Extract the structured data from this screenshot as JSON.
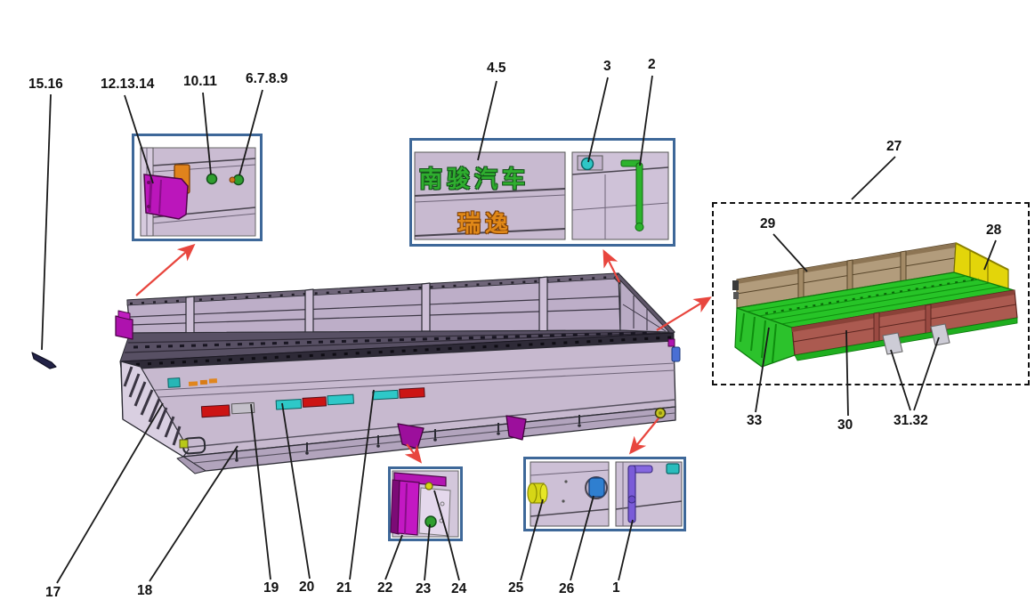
{
  "callouts": {
    "c15_16": "15.16",
    "c12_13_14": "12.13.14",
    "c10_11": "10.11",
    "c6_7_8_9": "6.7.8.9",
    "c4_5": "4.5",
    "c3": "3",
    "c2": "2",
    "c27": "27",
    "c29": "29",
    "c28": "28",
    "c33": "33",
    "c30": "30",
    "c31_32": "31.32",
    "c17": "17",
    "c18": "18",
    "c19": "19",
    "c20": "20",
    "c21": "21",
    "c22": "22",
    "c23": "23",
    "c24": "24",
    "c25": "25",
    "c26": "26",
    "c1": "1"
  },
  "brand_panel": {
    "line1": "南骏汽车",
    "line2": "瑞逸"
  },
  "colors": {
    "callout_arrow_red": "#e8463e",
    "inset_border_blue": "#3e6899",
    "bed_lavender": "#c7b9cf",
    "hinge_magenta": "#bb16bb",
    "floor_green": "#27c427",
    "side_tan": "#b29c7c",
    "front_panel_yellow": "#e3d50a",
    "side_red_brown": "#ab5a50",
    "reflector_red": "#cc1414",
    "reflector_cyan": "#2ec8c8",
    "rod_green": "#2db32d",
    "rod_violet": "#7a5cd8",
    "knob_teal": "#2abcbc",
    "plug_blue": "#2f7fd0",
    "bolt_yellow": "#d6d616"
  }
}
